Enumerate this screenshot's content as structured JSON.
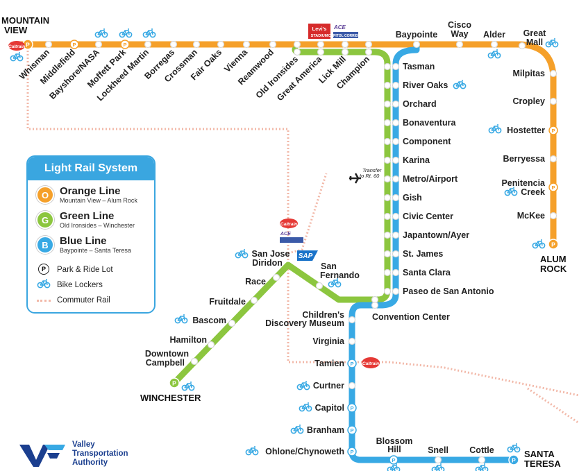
{
  "colors": {
    "orange": "#f5a02a",
    "green": "#8cc63f",
    "blue": "#38a9e4",
    "rail": "#f2b8a8",
    "accent": "#3aa6e0",
    "caltrain": "#e53935"
  },
  "terminals": {
    "mountain_view": [
      "MOUNTAIN",
      "VIEW"
    ],
    "alum_rock": [
      "ALUM",
      "ROCK"
    ],
    "winchester": [
      "WINCHESTER"
    ],
    "santa_teresa": [
      "SANTA",
      "TERESA"
    ]
  },
  "orange_stations": [
    "Whisman",
    "Middlefield",
    "Bayshore/NASA",
    "Moffett Park",
    "Lockheed Martin",
    "Borregas",
    "Crossman",
    "Fair Oaks",
    "Vienna",
    "Reamwood",
    "Old Ironsides",
    "Great America",
    "Lick Mill",
    "Champion"
  ],
  "top_right_stations": [
    [
      "Baypointe"
    ],
    [
      "Cisco",
      "Way"
    ],
    [
      "Alder"
    ],
    [
      "Great",
      "Mall"
    ]
  ],
  "alum_stations": [
    "Milpitas",
    "Cropley",
    "Hostetter",
    "Berryessa",
    "Penitencia",
    "Creek",
    "McKee"
  ],
  "green_trunk_stations": [
    "Tasman",
    "River Oaks",
    "Orchard",
    "Bonaventura",
    "Component",
    "Karina",
    "Metro/Airport",
    "Gish",
    "Civic Center",
    "Japantown/Ayer",
    "St. James",
    "Santa Clara",
    "Paseo de San Antonio"
  ],
  "green_branch": {
    "san_jose_diridon": [
      "San Jose",
      "Diridon"
    ],
    "san_fernando": [
      "San",
      "Fernando"
    ],
    "race": "Race",
    "fruitdale": "Fruitdale",
    "bascom": "Bascom",
    "hamilton": "Hamilton",
    "downtown_campbell": [
      "Downtown",
      "Campbell"
    ]
  },
  "blue_stations": {
    "convention_center": "Convention Center",
    "childrens": [
      "Children's",
      "Discovery Museum"
    ],
    "virginia": "Virginia",
    "tamien": "Tamien",
    "curtner": "Curtner",
    "capitol": "Capitol",
    "branham": "Branham",
    "ohlone": "Ohlone/Chynoweth",
    "blossom_hill": [
      "Blossom",
      "Hill"
    ],
    "snell": "Snell",
    "cottle": "Cottle"
  },
  "transfer": [
    "Transfer",
    "to Rt. 60"
  ],
  "badges": {
    "levis": [
      "Levi's",
      "STADIUM"
    ],
    "ace": "ACE",
    "capitol_corridor": [
      "CAPITOL",
      "CORRIDOR"
    ],
    "caltrain": [
      "Cal",
      "train"
    ],
    "sap": "SAP"
  },
  "legend": {
    "title": "Light Rail System",
    "orange": {
      "letter": "O",
      "name": "Orange Line",
      "desc": "Mountain View – Alum Rock"
    },
    "green": {
      "letter": "G",
      "name": "Green Line",
      "desc": "Old Ironsides – Winchester"
    },
    "blue": {
      "letter": "B",
      "name": "Blue Line",
      "desc": "Baypointe – Santa Teresa"
    },
    "park_ride": {
      "letter": "P",
      "label": "Park & Ride Lot"
    },
    "bike": "Bike Lockers",
    "rail": "Commuter Rail"
  },
  "vta": [
    "Valley",
    "Transportation",
    "Authority"
  ]
}
